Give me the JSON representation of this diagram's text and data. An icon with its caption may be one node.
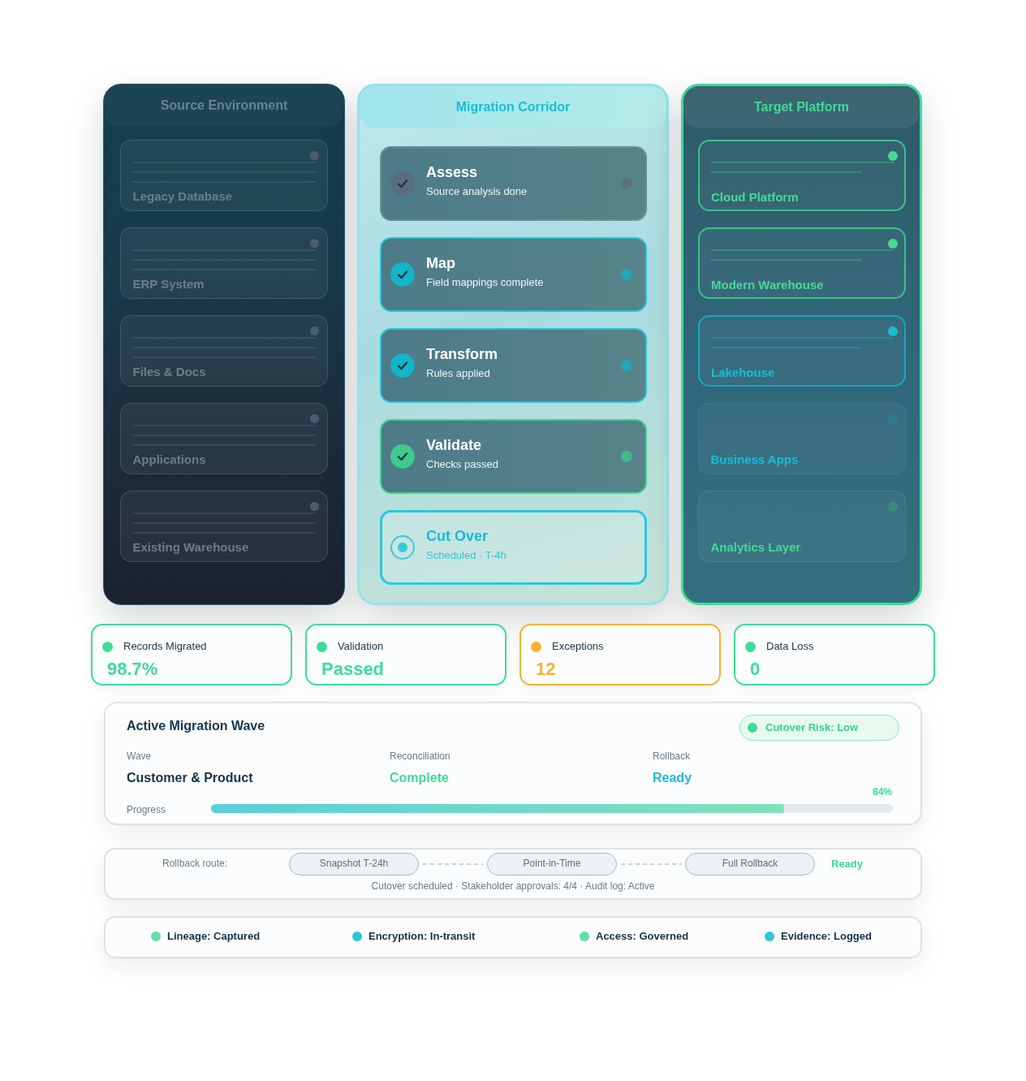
{
  "diagram": {
    "nodes": [
      {
        "text": [
          "Source Environment"
        ]
      },
      {
        "text": [
          "Legacy Database"
        ],
        "in": 0
      },
      {
        "text": [
          "ERP System"
        ],
        "in": 0
      },
      {
        "text": [
          "Files & Docs"
        ],
        "in": 0
      },
      {
        "text": [
          "Applications"
        ],
        "in": 0
      },
      {
        "text": [
          "Existing Warehouse"
        ],
        "in": 0
      },
      {
        "text": [
          "Migration Corridor"
        ]
      },
      {
        "text": [
          "Assess",
          "Source analysis done"
        ],
        "in": 6
      },
      {
        "text": [
          "Map",
          "Field mappings complete"
        ],
        "in": 6
      },
      {
        "text": [
          "Transform",
          "Rules applied"
        ],
        "in": 6
      },
      {
        "text": [
          "Validate",
          "Checks passed"
        ],
        "in": 6
      },
      {
        "text": [
          "Cut Over",
          "Scheduled · T-4h"
        ],
        "in": 6
      },
      {
        "text": [
          "Target Platform"
        ]
      },
      {
        "text": [
          "Cloud Platform"
        ],
        "in": 12
      },
      {
        "text": [
          "Modern Warehouse"
        ],
        "in": 12
      },
      {
        "text": [
          "Lakehouse"
        ],
        "in": 12
      },
      {
        "text": [
          "Business Apps"
        ],
        "in": 12
      },
      {
        "text": [
          "Analytics Layer"
        ],
        "in": 12
      },
      {
        "text": [
          "Records Migrated",
          "98.7%"
        ]
      },
      {
        "text": [
          "Validation",
          "Passed"
        ]
      },
      {
        "text": [
          "Exceptions",
          "12"
        ]
      },
      {
        "text": [
          "Data Loss",
          "0"
        ]
      },
      {
        "text": [
          "Active Migration Wave",
          "Wave",
          "Customer & Product",
          "Reconciliation",
          "Complete",
          "Rollback",
          "Ready",
          "Progress",
          "84%"
        ]
      },
      {
        "text": [
          "Cutover Risk: Low"
        ],
        "in": 22
      },
      {
        "text": [
          "Rollback route:",
          "Ready",
          "Cutover scheduled · Stakeholder approvals: 4/4 · Audit log: Active"
        ]
      },
      {
        "text": [
          "Snapshot T-24h"
        ],
        "in": 24
      },
      {
        "text": [
          "Point-in-Time"
        ],
        "in": 24
      },
      {
        "text": [
          "Full Rollback"
        ],
        "in": 24
      },
      {
        "text": [
          "Lineage: Captured",
          "Encryption: In-transit",
          "Access: Governed",
          "Evidence: Logged"
        ]
      }
    ],
    "edges": [
      {
        "from": 25,
        "to": 26,
        "arrow": "none",
        "style": "dashed"
      },
      {
        "from": 26,
        "to": 27,
        "arrow": "none",
        "style": "dashed"
      }
    ]
  }
}
